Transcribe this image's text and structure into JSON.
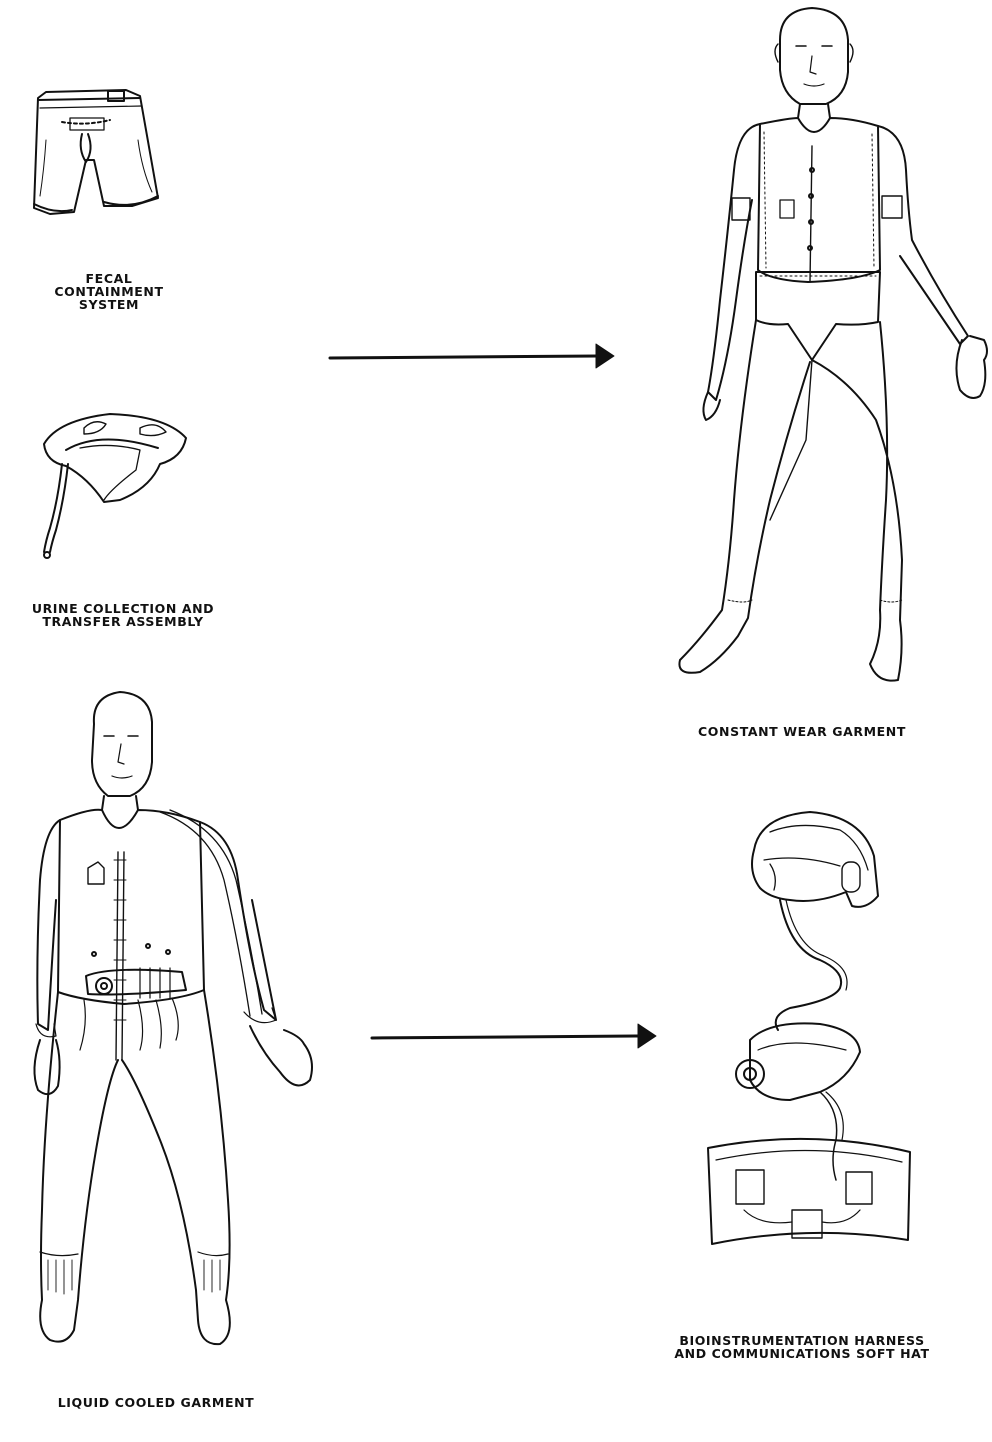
{
  "colors": {
    "ink": "#111111",
    "background": "#ffffff"
  },
  "labels": {
    "fecal": [
      "FECAL",
      "CONTAINMENT",
      "SYSTEM"
    ],
    "urine": [
      "URINE COLLECTION AND",
      "TRANSFER ASSEMBLY"
    ],
    "constant_wear": [
      "CONSTANT WEAR GARMENT"
    ],
    "liquid_cooled": [
      "LIQUID COOLED GARMENT"
    ],
    "bioinstrumentation": [
      "BIOINSTRUMENTATION HARNESS",
      "AND COMMUNICATIONS SOFT HAT"
    ]
  },
  "arrows": [
    {
      "from": "fecal-and-urine",
      "to": "constant-wear-garment"
    },
    {
      "from": "liquid-cooled-garment",
      "to": "bioinstrumentation-harness"
    }
  ]
}
